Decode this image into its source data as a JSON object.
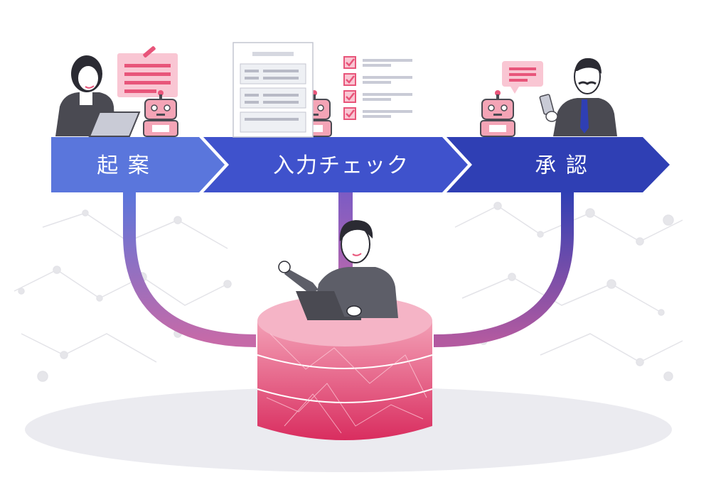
{
  "diagram": {
    "steps": [
      {
        "label": "起 案",
        "color": "#5a76dc"
      },
      {
        "label": "入力チェック",
        "color": "#3f52cc"
      },
      {
        "label": "承 認",
        "color": "#2f3fb4"
      }
    ],
    "icons": {
      "drafter": "woman-with-laptop-icon",
      "draft_memo": "memo-with-pencil-icon",
      "form_document": "form-document-icon",
      "checklist": "checklist-icon",
      "approver": "businessman-with-phone-icon",
      "comment": "speech-bubble-icon",
      "robot": "robot-icon",
      "operator": "man-with-laptop-icon",
      "database": "database-cylinder-icon"
    },
    "colors": {
      "accent_pink": "#e8557a",
      "db_pink": "#e24a75",
      "arc_purple": "#9b6bc9",
      "robot_pink": "#f4a4b6"
    }
  }
}
